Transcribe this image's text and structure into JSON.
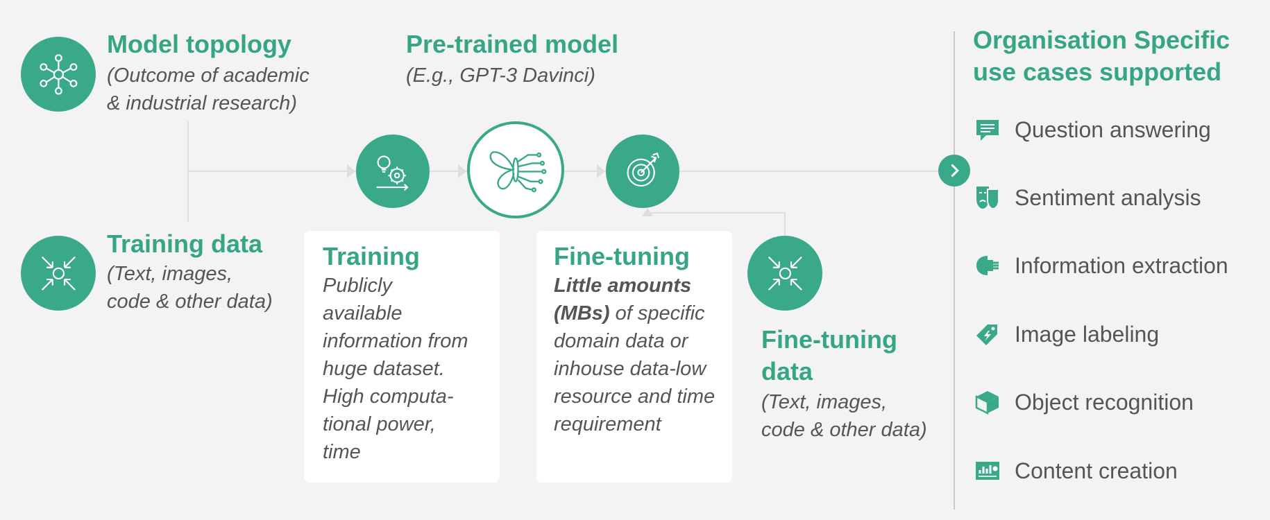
{
  "colors": {
    "accent": "#3aa98a",
    "text": "#555555",
    "line": "#dedede",
    "background": "#f3f3f3"
  },
  "model_topology": {
    "title": "Model topology",
    "subtitle_line1": "(Outcome of academic",
    "subtitle_line2": "& industrial research)",
    "icon": "network-nodes-icon"
  },
  "training_data": {
    "title": "Training data",
    "subtitle_line1": "(Text, images,",
    "subtitle_line2": "code & other data)",
    "icon": "converging-arrows-icon"
  },
  "pretrained": {
    "title": "Pre-trained model",
    "subtitle": "(E.g., GPT-3 Davinci)",
    "icon": "butterfly-circuit-icon"
  },
  "training_step": {
    "icon": "gear-lightbulb-icon",
    "title": "Training",
    "body": [
      "Publicly",
      "available",
      "information from",
      "huge dataset.",
      "High computa-",
      "tional power,",
      "time"
    ]
  },
  "finetuning_step": {
    "icon": "target-arrow-icon",
    "title": "Fine-tuning",
    "body_bold_1": "Little amounts",
    "body_bold_2": "(MBs)",
    "body_rest_2": " of specific",
    "body": [
      "domain data or",
      "inhouse data-low",
      "resource and time",
      "requirement"
    ]
  },
  "finetuning_data": {
    "icon": "converging-arrows-icon",
    "title_line1": "Fine-tuning",
    "title_line2": "data",
    "subtitle_line1": "(Text, images,",
    "subtitle_line2": "code & other data)"
  },
  "use_cases": {
    "title_line1": "Organisation Specific",
    "title_line2": "use cases supported",
    "items": [
      {
        "label": "Question answering",
        "icon": "speech-bubble-icon"
      },
      {
        "label": "Sentiment analysis",
        "icon": "face-mask-icon"
      },
      {
        "label": "Information extraction",
        "icon": "brain-extract-icon"
      },
      {
        "label": "Image labeling",
        "icon": "tag-lightning-icon"
      },
      {
        "label": "Object recognition",
        "icon": "cube-icon"
      },
      {
        "label": "Content creation",
        "icon": "chart-board-icon"
      }
    ]
  }
}
